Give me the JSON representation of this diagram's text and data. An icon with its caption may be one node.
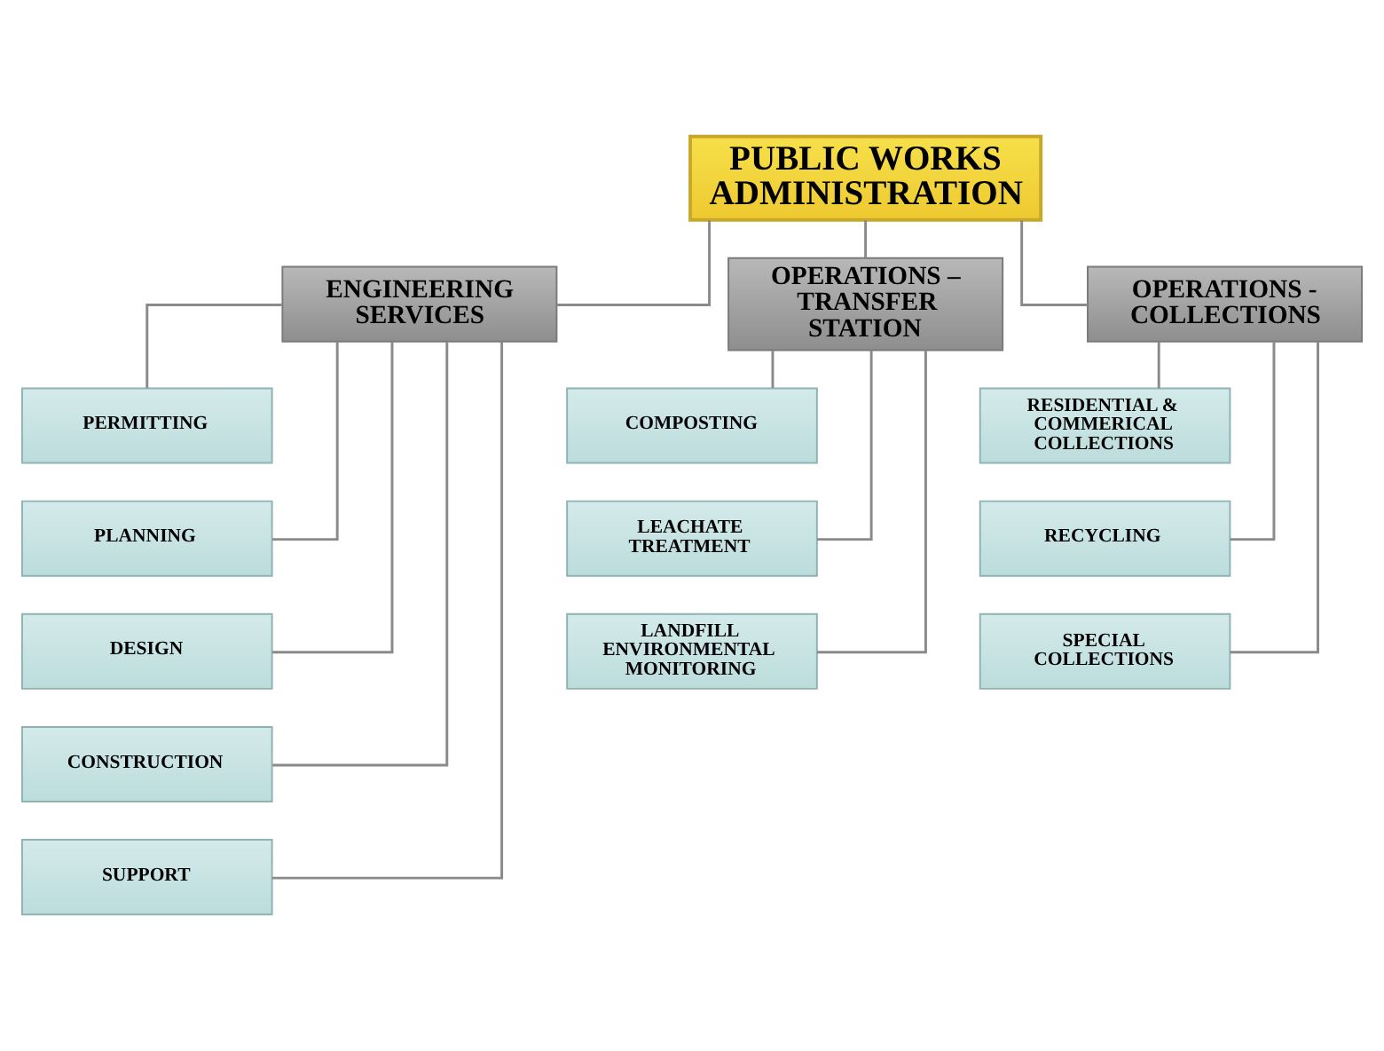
{
  "diagram": {
    "nodes": [
      {
        "text": [
          "PUBLIC WORKS ADMINISTRATION"
        ]
      },
      {
        "text": [
          "ENGINEERING SERVICES"
        ]
      },
      {
        "text": [
          "OPERATIONS – TRANSFER STATION"
        ]
      },
      {
        "text": [
          "OPERATIONS - COLLECTIONS"
        ]
      },
      {
        "text": [
          "PERMITTING"
        ]
      },
      {
        "text": [
          "PLANNING"
        ]
      },
      {
        "text": [
          "DESIGN"
        ]
      },
      {
        "text": [
          "CONSTRUCTION"
        ]
      },
      {
        "text": [
          "SUPPORT"
        ]
      },
      {
        "text": [
          "COMPOSTING"
        ]
      },
      {
        "text": [
          "LEACHATE TREATMENT"
        ]
      },
      {
        "text": [
          "LANDFILL ENVIRONMENTAL MONITORING"
        ]
      },
      {
        "text": [
          "RESIDENTIAL & COMMERICAL COLLECTIONS"
        ]
      },
      {
        "text": [
          "RECYCLING"
        ]
      },
      {
        "text": [
          "SPECIAL COLLECTIONS"
        ]
      }
    ],
    "edges": [
      {
        "from": 0,
        "to": 1,
        "arrow": "none"
      },
      {
        "from": 0,
        "to": 2,
        "arrow": "none"
      },
      {
        "from": 0,
        "to": 3,
        "arrow": "none"
      },
      {
        "from": 1,
        "to": 4,
        "arrow": "none"
      },
      {
        "from": 1,
        "to": 5,
        "arrow": "none"
      },
      {
        "from": 1,
        "to": 6,
        "arrow": "none"
      },
      {
        "from": 1,
        "to": 7,
        "arrow": "none"
      },
      {
        "from": 1,
        "to": 8,
        "arrow": "none"
      },
      {
        "from": 2,
        "to": 9,
        "arrow": "none"
      },
      {
        "from": 2,
        "to": 10,
        "arrow": "none"
      },
      {
        "from": 2,
        "to": 11,
        "arrow": "none"
      },
      {
        "from": 3,
        "to": 12,
        "arrow": "none"
      },
      {
        "from": 3,
        "to": 13,
        "arrow": "none"
      },
      {
        "from": 3,
        "to": 14,
        "arrow": "none"
      }
    ]
  }
}
